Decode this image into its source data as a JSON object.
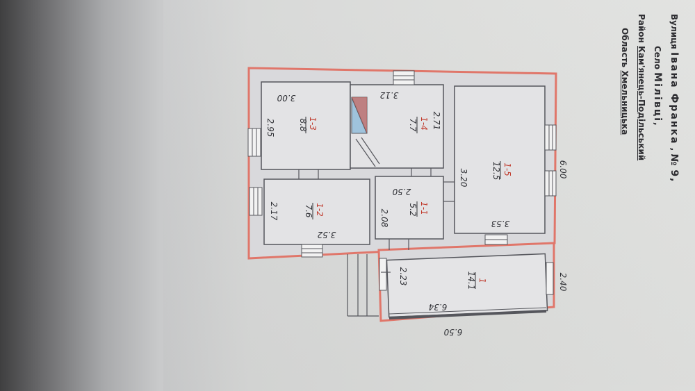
{
  "address": {
    "street_label": "Вулиця",
    "street_value": "Івана Франка",
    "house_sep": ",",
    "number_label": "№",
    "number_value": "9,",
    "village_label": "Село",
    "village_value": "Мілівці",
    "village_sep": ",",
    "district_label": "Район",
    "district_value": "Кам'янець-Подільський",
    "region_label": "Область",
    "region_value": "Хмельницька"
  },
  "rooms": [
    {
      "id": "1-3",
      "num": "1-3",
      "area": "8.8"
    },
    {
      "id": "1-4",
      "num": "1-4",
      "area": "7.7"
    },
    {
      "id": "1-5",
      "num": "1-5",
      "area": "12.5"
    },
    {
      "id": "1-2",
      "num": "1-2",
      "area": "7.6"
    },
    {
      "id": "1-1",
      "num": "1-1",
      "area": "5.2"
    },
    {
      "id": "1",
      "num": "1",
      "area": "14.1"
    }
  ],
  "dimensions": {
    "d300": "3.00",
    "d312": "3.12",
    "d295": "2.95",
    "d271": "2.71",
    "d320": "3.20",
    "d600": "6.00",
    "d250": "2.50",
    "d217": "2.17",
    "d208": "2.08",
    "d352": "3.52",
    "d353": "3.53",
    "d223": "2.23",
    "d634": "6.34",
    "d240": "2.40",
    "d650": "6.50"
  }
}
